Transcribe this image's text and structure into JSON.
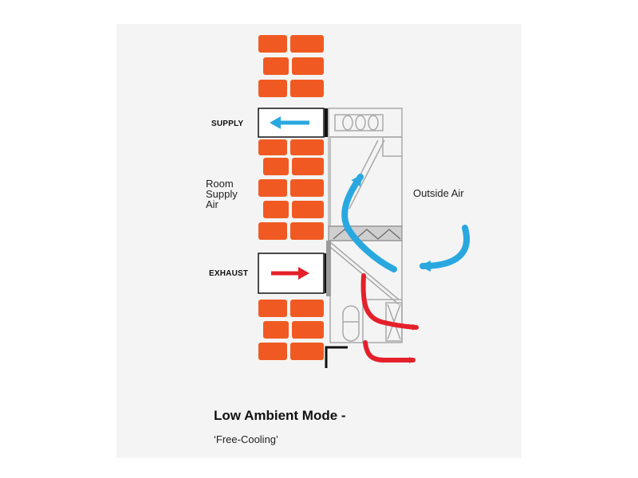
{
  "labels": {
    "supply": "SUPPLY",
    "exhaust": "EXHAUST",
    "room_supply_air": [
      "Room",
      "Supply",
      "Air"
    ],
    "outside_air": "Outside Air"
  },
  "caption": {
    "title": "Low Ambient Mode -",
    "subtitle": "‘Free-Cooling’"
  },
  "colors": {
    "brick": "#f05a22",
    "supply_air": "#29a8e0",
    "exhaust_air": "#e4202a",
    "outline": "#a9a9a9",
    "background_panel": "#f4f4f4"
  },
  "icons": {
    "supply_arrow": "arrow-left-icon",
    "exhaust_arrow": "arrow-right-icon"
  }
}
